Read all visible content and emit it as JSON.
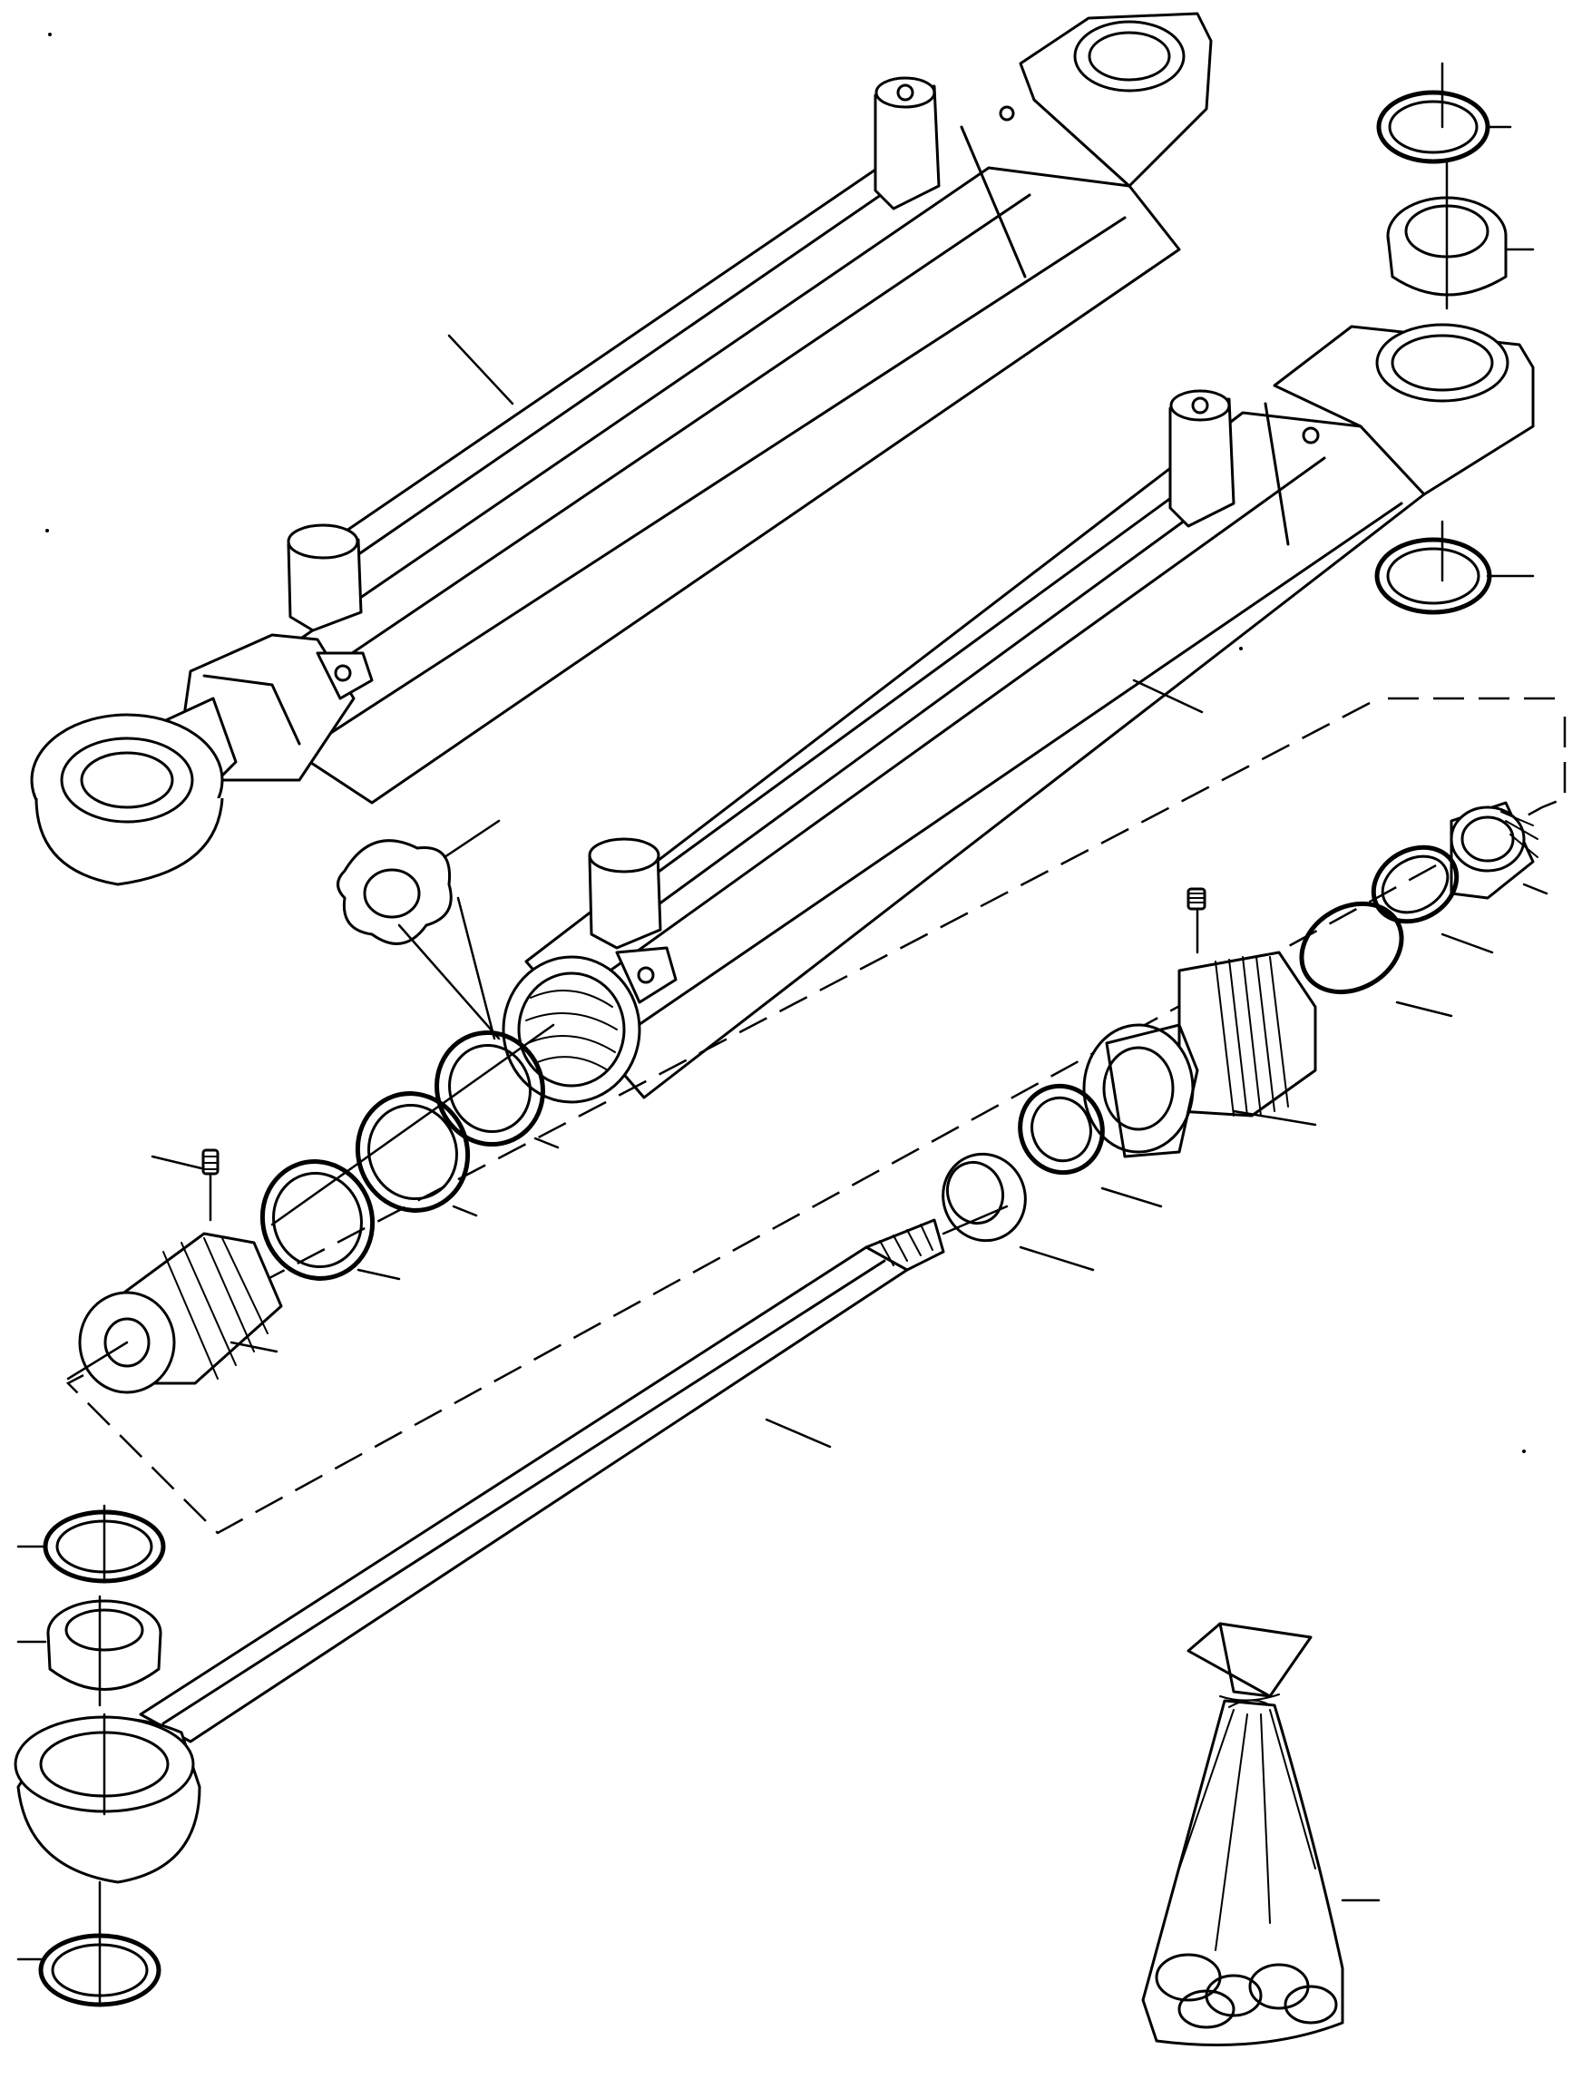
{
  "figure": {
    "kind": "exploded parts diagram",
    "labels_visible": false
  },
  "parts": [
    {
      "id": "cylinder-assembly-upper",
      "icon": "hydraulic-cylinder-icon"
    },
    {
      "id": "cylinder-barrel",
      "icon": "cylinder-barrel-icon"
    },
    {
      "id": "piston-rod",
      "icon": "piston-rod-icon"
    },
    {
      "id": "gland-nut",
      "icon": "gland-nut-icon"
    },
    {
      "id": "piston",
      "icon": "piston-icon"
    },
    {
      "id": "seal-rings",
      "icon": "seal-ring-icon"
    },
    {
      "id": "o-rings",
      "icon": "o-ring-icon"
    },
    {
      "id": "spherical-bearing",
      "icon": "bearing-icon"
    },
    {
      "id": "circlip",
      "icon": "circlip-icon"
    },
    {
      "id": "grease-nipple-cap",
      "icon": "star-knob-icon"
    },
    {
      "id": "set-screw",
      "icon": "set-screw-icon"
    },
    {
      "id": "seal-kit-bag",
      "icon": "seal-kit-bag-icon"
    }
  ]
}
